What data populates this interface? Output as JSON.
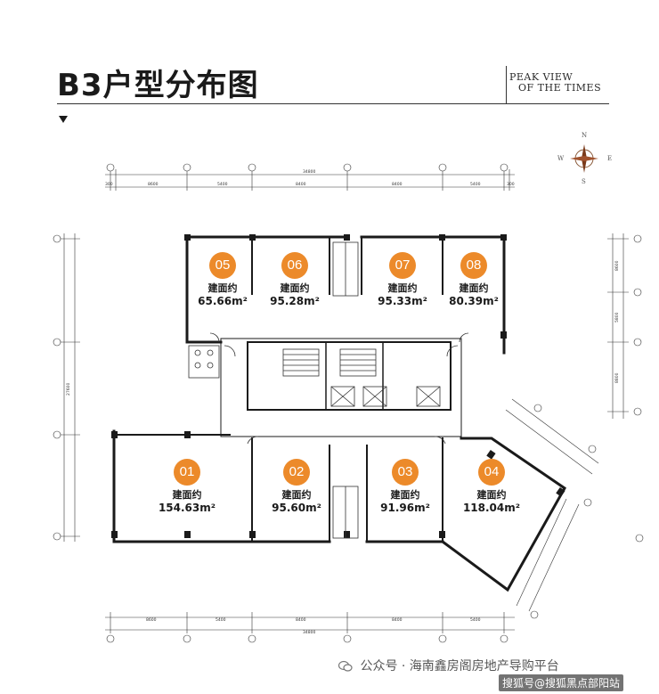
{
  "header": {
    "title": "B3户型分布图",
    "brand_line1": "PEAK VIEW",
    "brand_line2": "OF THE TIMES"
  },
  "compass": {
    "n": "N",
    "s": "S",
    "e": "E",
    "w": "W"
  },
  "units": [
    {
      "no": "05",
      "label": "建面约",
      "area": "65.66m²"
    },
    {
      "no": "06",
      "label": "建面约",
      "area": "95.28m²"
    },
    {
      "no": "07",
      "label": "建面约",
      "area": "95.33m²"
    },
    {
      "no": "08",
      "label": "建面约",
      "area": "80.39m²"
    },
    {
      "no": "01",
      "label": "建面约",
      "area": "154.63m²"
    },
    {
      "no": "02",
      "label": "建面约",
      "area": "95.60m²"
    },
    {
      "no": "03",
      "label": "建面约",
      "area": "91.96m²"
    },
    {
      "no": "04",
      "label": "建面约",
      "area": "118.04m²"
    }
  ],
  "dimensions": {
    "top_total": "34800",
    "top_segments": [
      "300",
      "8600",
      "5400",
      "8400",
      "8400",
      "5400",
      "300"
    ],
    "bottom_total": "34800",
    "bottom_segments": [
      "8600",
      "5400",
      "8400",
      "8400",
      "5400"
    ],
    "right_segments": [
      "8600",
      "5800",
      "8800"
    ],
    "left_total": "27600"
  },
  "footer": {
    "text": "公众号 · 海南鑫房阁房地产导购平台",
    "watermark": "搜狐号@搜狐黑点部阳站"
  },
  "colors": {
    "accent": "#ec8a2a",
    "wall": "#1a1a1a"
  }
}
